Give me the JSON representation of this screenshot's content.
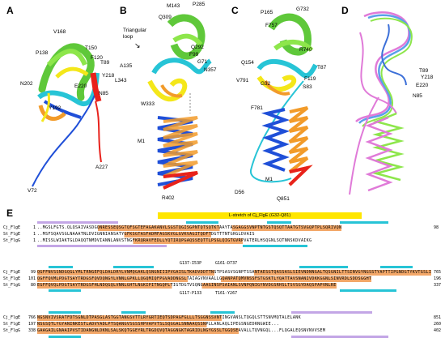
{
  "panels": {
    "A": {
      "label": "A",
      "residues": [
        "V168",
        "T150",
        "P138",
        "F120",
        "T89",
        "Y218",
        "N202",
        "E220",
        "N85",
        "Y192",
        "V72",
        "A227"
      ]
    },
    "B": {
      "label": "B",
      "residues": [
        "M143",
        "P285",
        "Q309",
        "Q292",
        "F99",
        "G71",
        "N357",
        "A135",
        "L343",
        "W333",
        "M1",
        "R402"
      ],
      "annotation": "Triangular loop"
    },
    "C": {
      "label": "C",
      "residues": [
        "P165",
        "G732",
        "F757",
        "R740",
        "Q154",
        "T87",
        "V791",
        "F119",
        "G32",
        "S83",
        "F781",
        "M1",
        "D56",
        "Q851"
      ]
    },
    "D": {
      "label": "D",
      "residues": [
        "T89",
        "Y218",
        "E220",
        "N85"
      ]
    },
    "E": {
      "label": "E"
    }
  },
  "alignment": {
    "banner": "L-stretch of Cj_FlgE (G32-Q81)",
    "loop_marks_top": [
      "G137-I53P",
      "G161-D737"
    ],
    "loop_marks_bottom": [
      "G117-P133",
      "T161-Y267"
    ],
    "blocks": [
      {
        "rows": [
          {
            "name": "Cj_FlgE",
            "start": "1",
            "end": "98",
            "seq": "..MGSLFGTS.QLQSAIVASDGQNRESSEQSGTQFSGTEFAGAKANVLSGSTQGISGPNTQTSQTKTAAYTASGAGGSVNPTNTGSTQSQTTAATGTSVGQPTPLSQRIVQN"
          },
          {
            "name": "St_FlgE",
            "start": "1",
            "end": "",
            "seq": "..MSFSQAVSGLNAAATNLDVIGNNIANSATYGFKSGTASFADMFAGSKVGLGVKVAGITQDFTDGTTTNTGRGLDVAIS"
          },
          {
            "name": "St_FlgG",
            "start": "1",
            "end": "",
            "seq": "..MISSLWIAKTGLDAQQTNMDVIANNLANVSTNGFKRQRAVFEDLLYQTIRQPGAQSSEQTTLPSGLQIGTGVRPVATERLHSQGNLSQTNNSKDVAIKG"
          }
        ]
      },
      {
        "rows": [
          {
            "name": "Cj_FlgE",
            "start": "99",
            "end": "765",
            "seq": "QGFFNVSSNDGQGLYMLTRNGEFQLDALDRYLVNMQGAKLQSNGNIIIPVGAISLTKADVDDTTNSTPSASVSGNPTSSANTAESGTQASSASLSIEVNDNNGALTQSGNILTTSINVGYNGSSTYAPTTIPGNDGTYKVTGSLI"
          },
          {
            "name": "St_FlgE",
            "start": "101",
            "end": "196",
            "seq": "QGFFQVMLPDGTSAYTRDGSFQVDQNGYLVNNLGPKLLQGQMIQFPGVADDNGSLTAIAGVNVAALLGQANPATQMVNSSFSTGSKTLYQATTAVSNANIVDKKGGNLSINVRDLSDDSGGHT"
          },
          {
            "name": "St_FlgG",
            "start": "80",
            "end": "337",
            "seq": "EGFFQVQLPDGTSAYTRDGSFHLNDQGQLVNNLGHTLNGKIPITNGQPLTIGTDGTVSQNGAAGINSPSAIANLSVNPQNIGYNVDGSRHSLTSVSGYDAQSPAPVNLRE"
          }
        ]
      },
      {
        "rows": [
          {
            "name": "Cj_FlgE",
            "start": "766",
            "end": "851",
            "seq": "NGSNVIVSRATFDTSGNLDTPASGLASTGGTANGSVTTLRYGRTIEQTSDPAGFGLLLTSGGNSSVNTINGVANSLTQGQLSTTSNVMQTALELANK"
          },
          {
            "name": "St_FlgE",
            "start": "197",
            "end": "260",
            "seq": "NSGSQTLYGYANINKESTLADVYADLPTSQANGVSGSSHPVAPVTSLSQGGALSNNAAQSSNPLLANLAQLIPEGSNGEDRNGWIE..."
          },
          {
            "name": "St_FlgG",
            "start": "338",
            "end": "402",
            "seq": "GAAGAILGNAAIPVSTIDANGNLDKNLSALSKQTGGEYRLTRGDQVQTAGGNGKTAGRIDLNGYGSSLTGGQSEAVALLTQVNGQL...FLQGALEQSNVNVVSEM"
          }
        ]
      }
    ]
  },
  "colors": {
    "red": "#e8221c",
    "orange": "#f29b2a",
    "yellow": "#f4e71a",
    "green": "#5fc83a",
    "cyan": "#27c4d6",
    "blue": "#1f4fd8",
    "pink": "#e07ad8",
    "lime": "#8de64b",
    "purple": "#c3a6e6",
    "banner": "#ffe600",
    "peach": "#f3a768"
  }
}
